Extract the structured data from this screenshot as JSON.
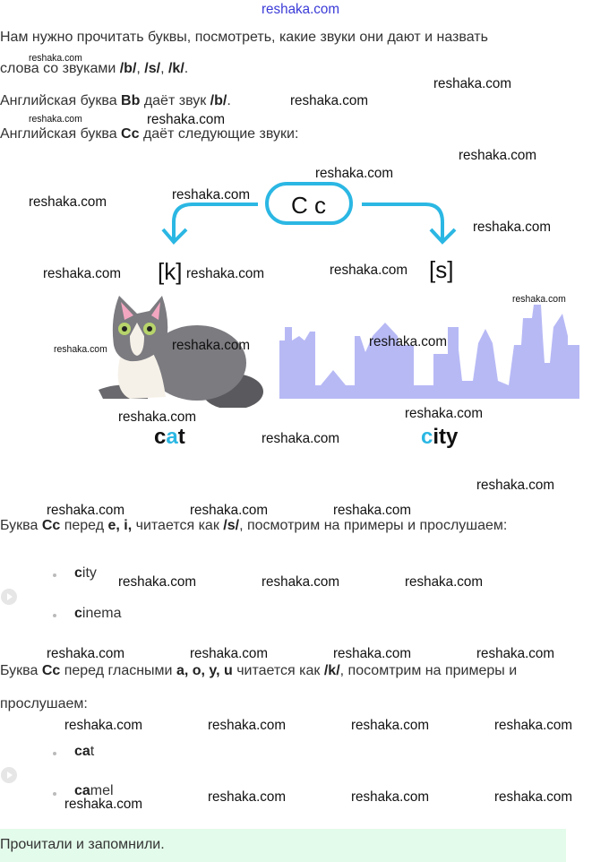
{
  "watermark": "reshaka.com",
  "intro": {
    "line1": "Нам нужно прочитать буквы, посмотреть, какие звуки они дают и назвать",
    "line2_prefix": "слова со звуками ",
    "sound_b": "/b/",
    "sound_s": "/s/",
    "sound_k": "/k/",
    "bb_prefix": "Английская буква ",
    "bb_letter": "Bb",
    "bb_suffix": " даёт звук ",
    "cc_prefix": "Английская буква ",
    "cc_letter": "Cc",
    "cc_suffix": " даёт следующие звуки:"
  },
  "diagram": {
    "center": "C c",
    "left_sound": "[k]",
    "right_sound": "[s]",
    "left_word": {
      "c": "c",
      "a": "a",
      "t": "t"
    },
    "right_word": {
      "c": "c",
      "rest": "ity"
    },
    "accent_color": "#2bb7e3",
    "skyline_color": "#b7b9f5"
  },
  "rule1": {
    "prefix": "Буква ",
    "letter": "Cc",
    "mid": " перед ",
    "vowels": "e, i,",
    "suffix": " читается как ",
    "sound": "/s/",
    "end": ", посмотрим на примеры и прослушаем:",
    "examples": [
      {
        "bold": "c",
        "rest": "ity"
      },
      {
        "bold": "c",
        "rest": "inema"
      }
    ]
  },
  "rule2": {
    "prefix": "Буква ",
    "letter": "Cc",
    "mid": " перед гласными ",
    "vowels": "a, o, y, u",
    "suffix": " читается как ",
    "sound": "/k/",
    "end": ", посомтрим на примеры и",
    "line2": "прослушаем:",
    "examples": [
      {
        "bold": "ca",
        "rest": "t"
      },
      {
        "bold": "ca",
        "rest": "mel"
      }
    ]
  },
  "note": "Прочитали и запомнили."
}
